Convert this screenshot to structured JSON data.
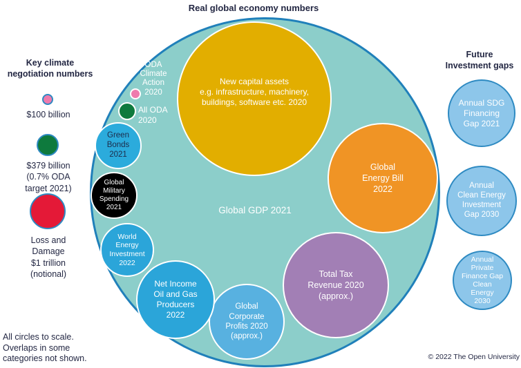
{
  "title": "Real global economy numbers",
  "left_panel": {
    "heading": "Key climate\nnegotiation numbers",
    "hundred_billion": {
      "label": "$100 billion",
      "color": "#ee7bad"
    },
    "oda_target": {
      "label": "$379 billion\n(0.7% ODA\ntarget 2021)",
      "color": "#0e7a3d"
    },
    "loss_damage": {
      "label": "Loss and\nDamage\n$1 trillion\n(notional)",
      "color": "#e41937"
    },
    "note": "All circles to scale.\nOverlaps in some\ncategories not shown."
  },
  "main": {
    "gdp": {
      "label": "Global GDP 2021",
      "color": "#8cceca"
    },
    "capital_assets": {
      "label": "New capital assets\ne.g. infrastructure, machinery,\nbuildings, software etc. 2020",
      "color": "#e2ae00"
    },
    "energy_bill": {
      "label": "Global\nEnergy Bill\n2022",
      "color": "#f09425"
    },
    "tax_revenue": {
      "label": "Total Tax\nRevenue 2020\n(approx.)",
      "color": "#a27fb5"
    },
    "corporate_profits": {
      "label": "Global\nCorporate\nProfits 2020\n(approx.)",
      "color": "#58b1e0"
    },
    "oil_gas_income": {
      "label": "Net Income\nOil and Gas\nProducers\n2022",
      "color": "#2ba5d9"
    },
    "world_energy": {
      "label": "World\nEnergy\nInvestment\n2022",
      "color": "#2ba5d9"
    },
    "military": {
      "label": "Global\nMilitary\nSpending\n2021",
      "color": "#000000"
    },
    "green_bonds": {
      "label": "Green\nBonds\n2021",
      "color": "#2babdc"
    },
    "all_oda": {
      "label": "All ODA\n2020",
      "color": "#0e7a3d"
    },
    "oda_climate": {
      "label": "ODA\nClimate\nAction\n2020",
      "color": "#ee7bad"
    }
  },
  "right_panel": {
    "heading": "Future\nInvestment gaps",
    "sdg_gap": {
      "label": "Annual SDG\nFinancing\nGap 2021",
      "color": "#8dc6ea"
    },
    "clean_energy_gap": {
      "label": "Annual\nClean Energy\nInvestment\nGap 2030",
      "color": "#8dc6ea"
    },
    "private_finance_gap": {
      "label": "Annual\nPrivate\nFinance Gap\nClean\nEnergy\n2030",
      "color": "#8dc6ea"
    }
  },
  "footer": {
    "copyright": "© 2022 The Open University"
  },
  "palette": {
    "background": "#ffffff",
    "gdp_fill": "#8cceca",
    "gdp_border": "#2080ba",
    "outline_blue": "#2e8ac2",
    "text_navy": "#232743",
    "text_white": "#ffffff"
  }
}
